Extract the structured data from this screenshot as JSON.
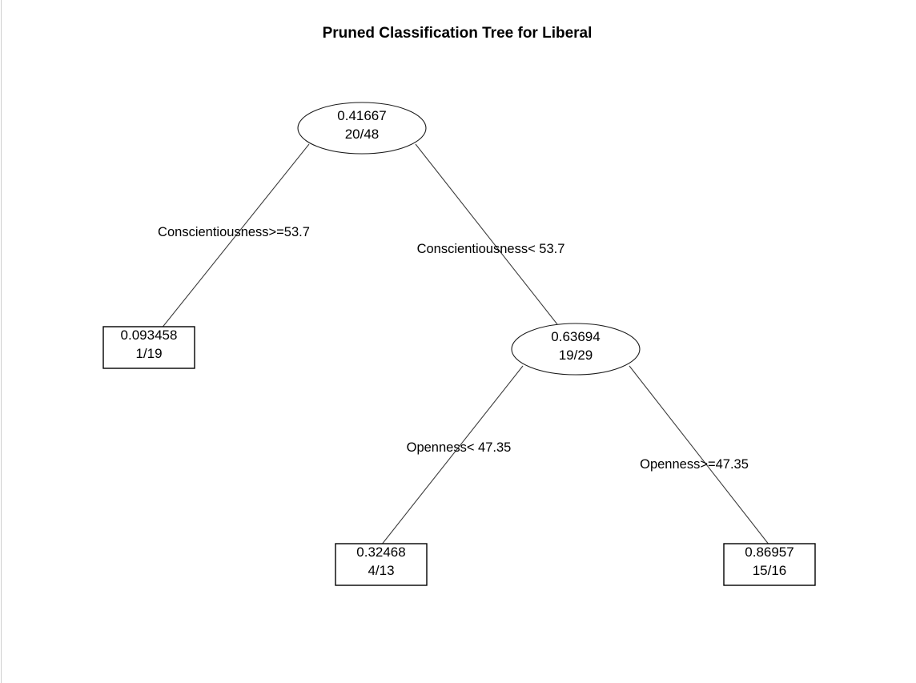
{
  "title": "Pruned Classification Tree for Liberal",
  "chart_data": {
    "type": "diagram",
    "diagram_type": "decision-tree",
    "title": "Pruned Classification Tree for Liberal",
    "target": "Liberal",
    "node_label_format": "probability over misclassified/total",
    "nodes": [
      {
        "id": "root",
        "shape": "ellipse",
        "kind": "internal",
        "value": "0.41667",
        "counts": "20/48",
        "split_variable": "Conscientiousness",
        "split_threshold": 53.7,
        "depth": 0
      },
      {
        "id": "leaf-1",
        "shape": "rect",
        "kind": "leaf",
        "value": "0.093458",
        "counts": "1/19",
        "depth": 1
      },
      {
        "id": "node-2",
        "shape": "ellipse",
        "kind": "internal",
        "value": "0.63694",
        "counts": "19/29",
        "split_variable": "Openness",
        "split_threshold": 47.35,
        "depth": 1
      },
      {
        "id": "leaf-3",
        "shape": "rect",
        "kind": "leaf",
        "value": "0.32468",
        "counts": "4/13",
        "depth": 2
      },
      {
        "id": "leaf-4",
        "shape": "rect",
        "kind": "leaf",
        "value": "0.86957",
        "counts": "15/16",
        "depth": 2
      }
    ],
    "edges": [
      {
        "from": "root",
        "to": "leaf-1",
        "label": "Conscientiousness>=53.7",
        "side": "left"
      },
      {
        "from": "root",
        "to": "node-2",
        "label": "Conscientiousness< 53.7",
        "side": "right"
      },
      {
        "from": "node-2",
        "to": "leaf-3",
        "label": "Openness< 47.35",
        "side": "left"
      },
      {
        "from": "node-2",
        "to": "leaf-4",
        "label": "Openness>=47.35",
        "side": "right"
      }
    ]
  },
  "nodes": {
    "root": {
      "value": "0.41667",
      "counts": "20/48"
    },
    "leaf1": {
      "value": "0.093458",
      "counts": "1/19"
    },
    "node2": {
      "value": "0.63694",
      "counts": "19/29"
    },
    "leaf3": {
      "value": "0.32468",
      "counts": "4/13"
    },
    "leaf4": {
      "value": "0.86957",
      "counts": "15/16"
    }
  },
  "edges": {
    "root_left": "Conscientiousness>=53.7",
    "root_right": "Conscientiousness< 53.7",
    "node2_left": "Openness< 47.35",
    "node2_right": "Openness>=47.35"
  },
  "colors": {
    "background": "#ffffff",
    "stroke": "#1a1a1a",
    "line": "#3c3c3c",
    "text": "#000000"
  }
}
